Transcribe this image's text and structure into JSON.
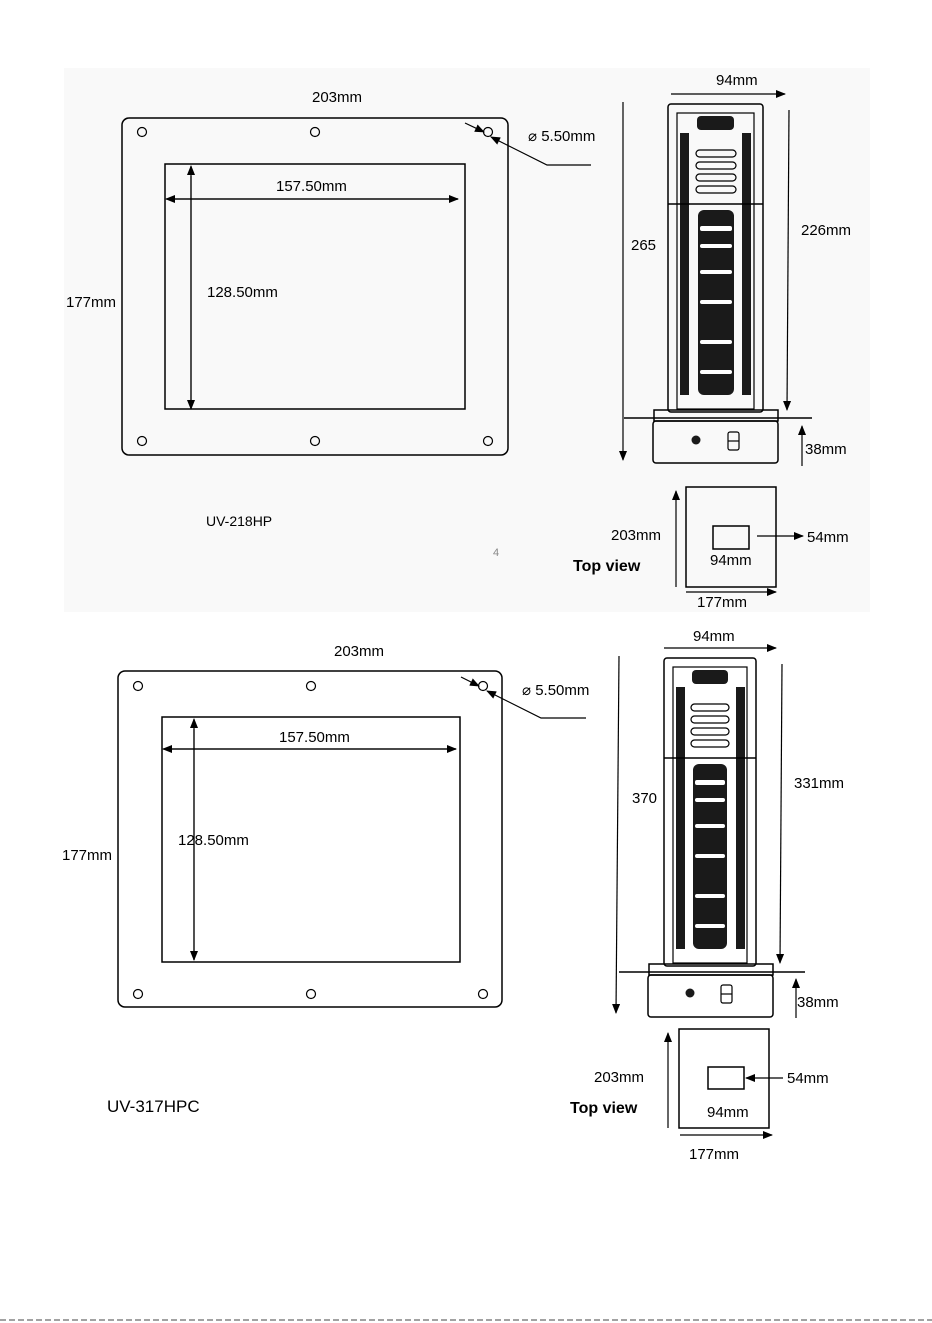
{
  "colors": {
    "background_top": "#f9f9f9",
    "line": "#000000",
    "page_number": "#888888"
  },
  "diagrams": [
    {
      "model": "UV-218HP",
      "page_number": "4",
      "plate_width": "203mm",
      "plate_height": "177mm",
      "hole": "⌀ 5.50mm",
      "cutout_width": "157.50mm",
      "cutout_height": "128.50mm",
      "unit_width": "94mm",
      "total_height": "265",
      "lamp_height": "226mm",
      "base_height": "38mm",
      "top_view_label": "Top view",
      "top_view_depth": "203mm",
      "top_view_width": "177mm",
      "top_view_inner_width": "94mm",
      "top_view_inner_depth": "54mm"
    },
    {
      "model": "UV-317HPC",
      "plate_width": "203mm",
      "plate_height": "177mm",
      "hole": "⌀ 5.50mm",
      "cutout_width": "157.50mm",
      "cutout_height": "128.50mm",
      "unit_width": "94mm",
      "total_height": "370",
      "lamp_height": "331mm",
      "base_height": "38mm",
      "top_view_label": "Top view",
      "top_view_depth": "203mm",
      "top_view_width": "177mm",
      "top_view_inner_width": "94mm",
      "top_view_inner_depth": "54mm"
    }
  ]
}
